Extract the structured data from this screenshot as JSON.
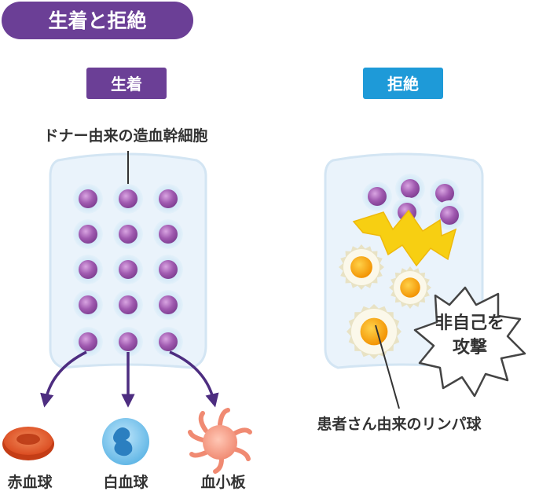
{
  "title": "生着と拒絶",
  "panels": {
    "engraftment": {
      "label": "生着",
      "stem_cell_label": "ドナー由来の造血幹細胞",
      "outputs": [
        {
          "label": "赤血球",
          "icon": "red-blood-cell-icon"
        },
        {
          "label": "白血球",
          "icon": "white-blood-cell-icon"
        },
        {
          "label": "血小板",
          "icon": "platelet-icon"
        }
      ]
    },
    "rejection": {
      "label": "拒絶",
      "bubble_line1": "非自己を",
      "bubble_line2": "攻撃",
      "lymphocyte_label": "患者さん由来のリンパ球"
    }
  },
  "colors": {
    "title_bg": "#6b3f96",
    "engraftment_tag": "#6b3f96",
    "rejection_tag": "#1e9ad8",
    "cell_purple": "#a05ab0",
    "arrow": "#4d2d80",
    "attack_yellow": "#f7cf12",
    "lymph_core": "#f6a117"
  }
}
